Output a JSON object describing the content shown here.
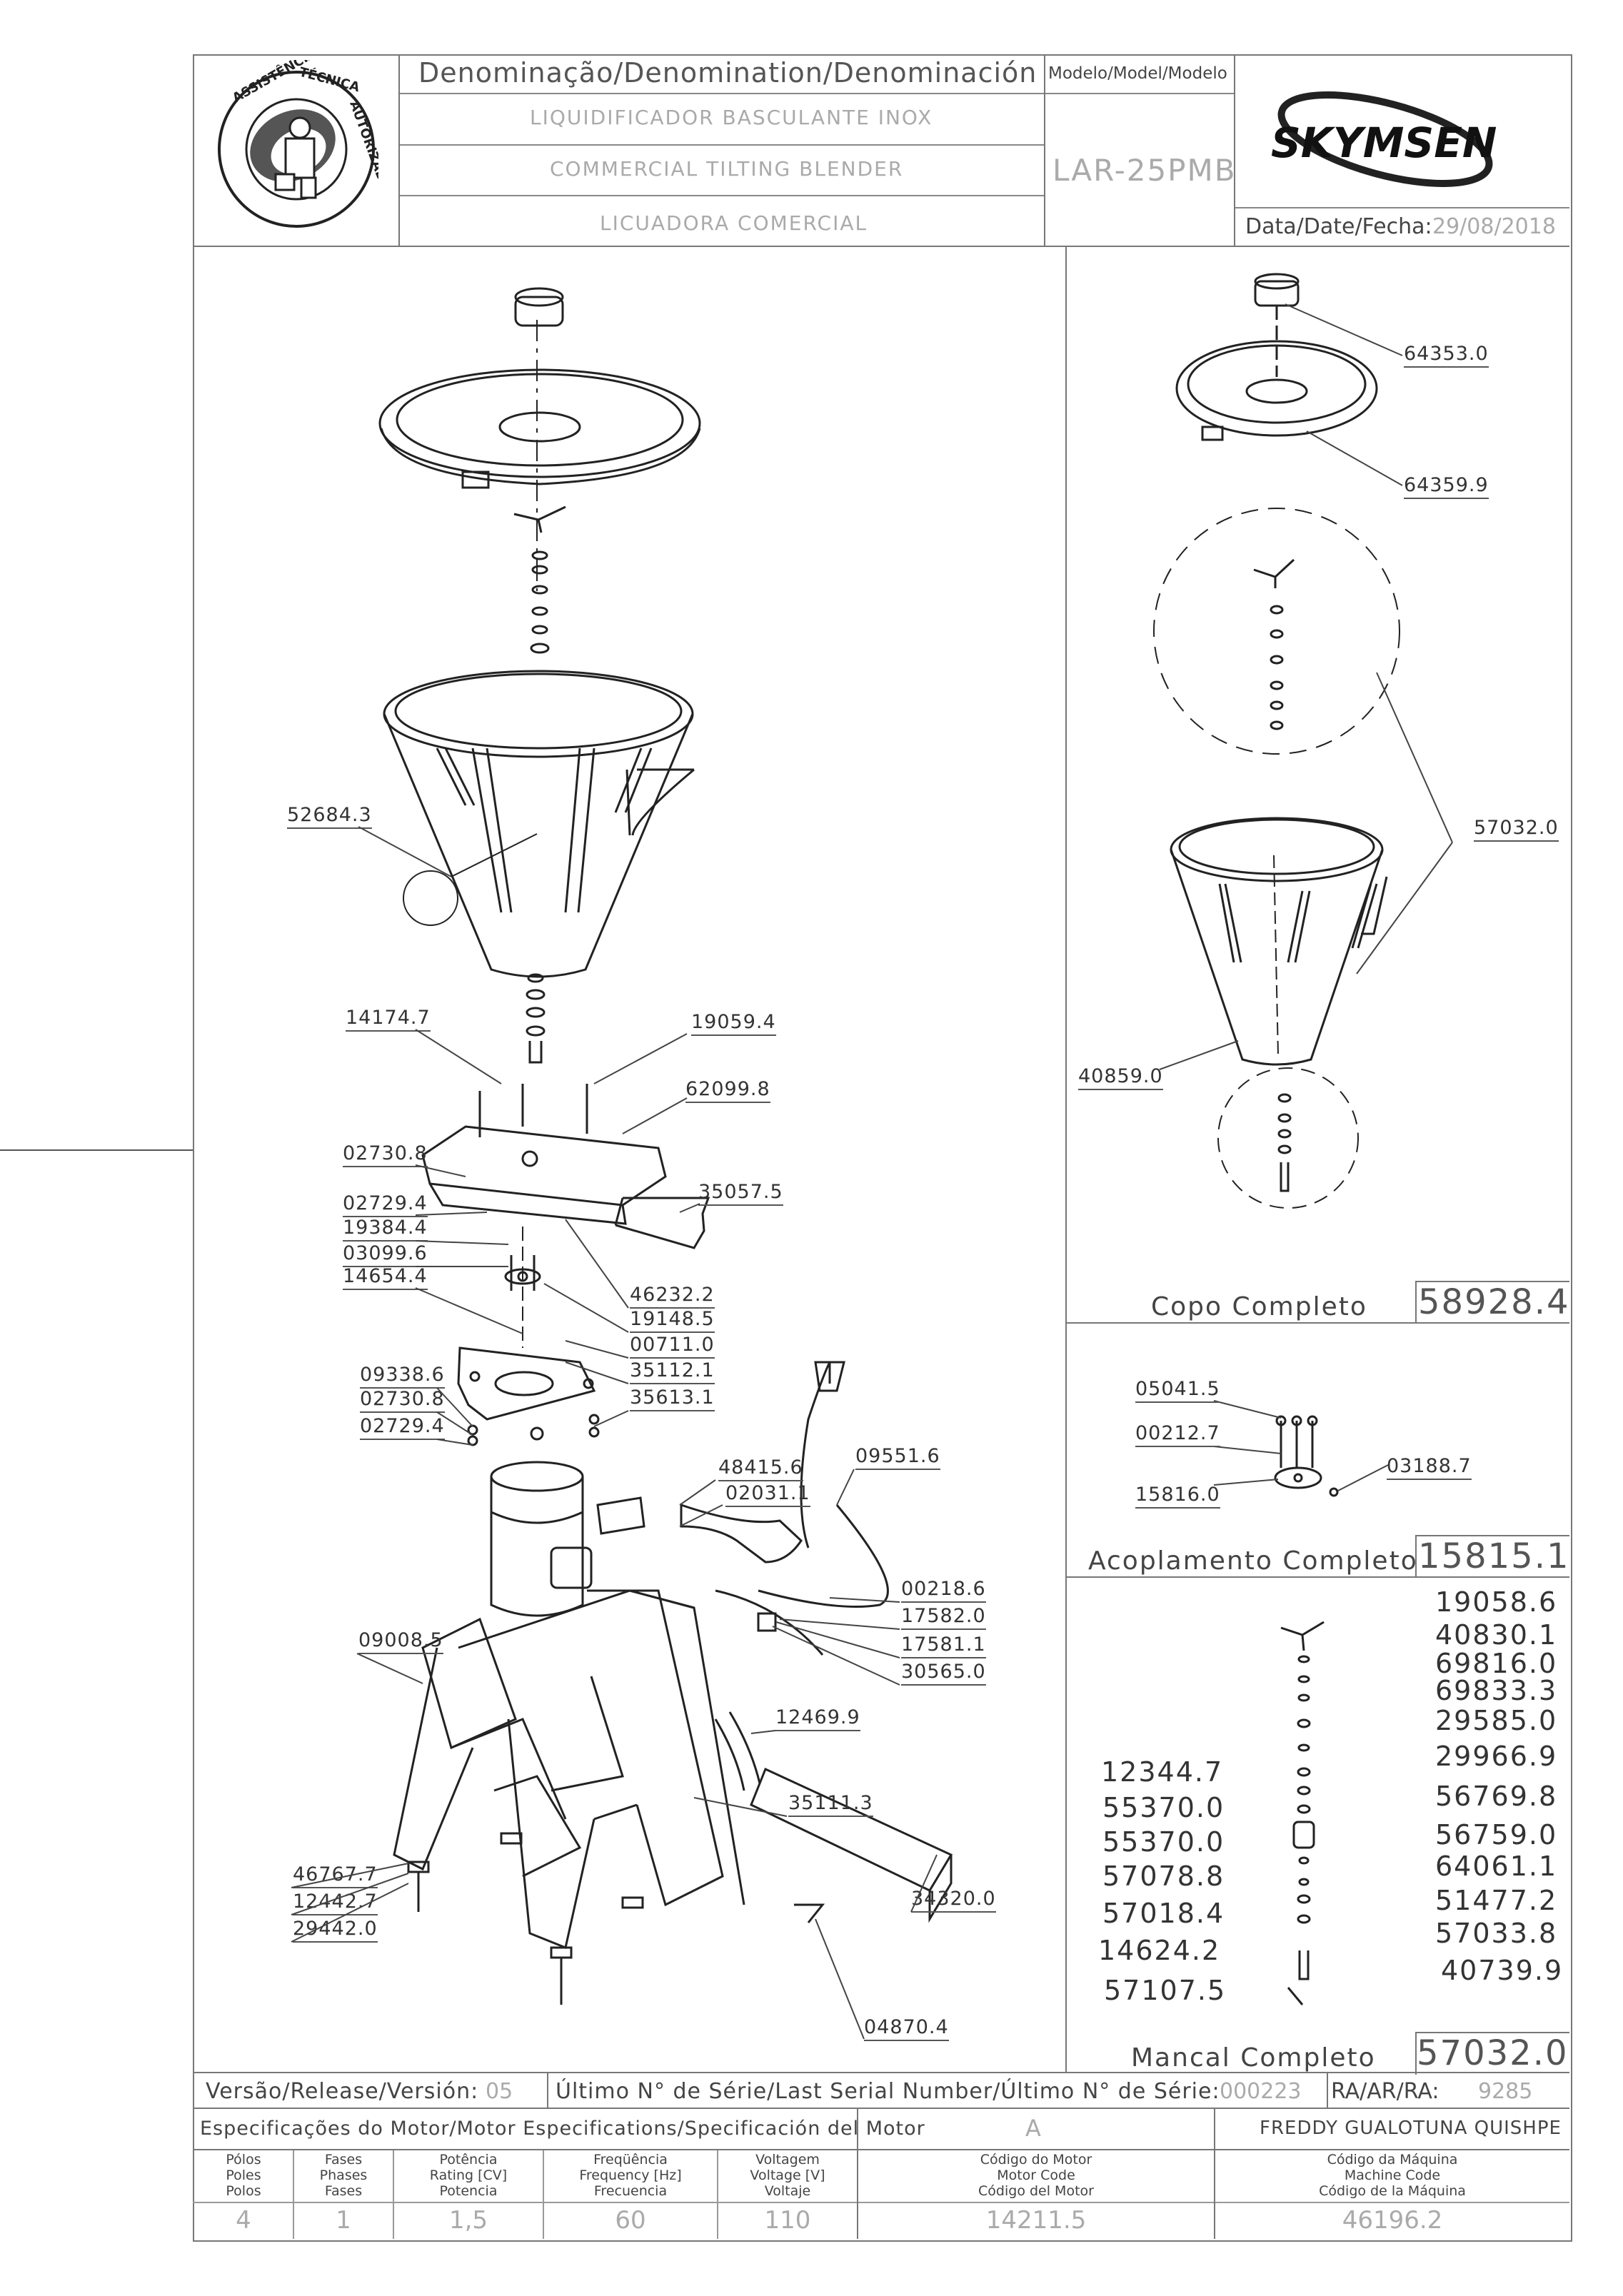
{
  "header": {
    "logo_stamp_text": "ASSISTÊNCIA TÉCNICA AUTORIZADA",
    "denomination_heading": "Denominação/Denomination/Denominación",
    "name_pt": "LIQUIDIFICADOR BASCULANTE INOX",
    "name_en": "COMMERCIAL TILTING BLENDER",
    "name_es": "LICUADORA COMERCIAL",
    "model_heading": "Modelo/Model/Modelo",
    "model_value": "LAR-25PMB",
    "brand": "SKYMSEN",
    "date_label": "Data/Date/Fecha:",
    "date_value": "29/08/2018"
  },
  "main_parts": {
    "p52684_3": "52684.3",
    "p14174_7": "14174.7",
    "p19059_4": "19059.4",
    "p62099_8": "62099.8",
    "p02730_8a": "02730.8",
    "p02729_4a": "02729.4",
    "p19384_4": "19384.4",
    "p03099_6": "03099.6",
    "p14654_4": "14654.4",
    "p35057_5": "35057.5",
    "p46232_2": "46232.2",
    "p19148_5": "19148.5",
    "p00711_0": "00711.0",
    "p35112_1": "35112.1",
    "p35613_1": "35613.1",
    "p09338_6": "09338.6",
    "p02730_8b": "02730.8",
    "p02729_4b": "02729.4",
    "p48415_6": "48415.6",
    "p02031_1": "02031.1",
    "p09551_6": "09551.6",
    "p00218_6": "00218.6",
    "p17582_0": "17582.0",
    "p17581_1": "17581.1",
    "p30565_0": "30565.0",
    "p09008_5": "09008.5",
    "p12469_9": "12469.9",
    "p35111_3": "35111.3",
    "p34320_0": "34320.0",
    "p46767_7": "46767.7",
    "p12442_7": "12442.7",
    "p29442_0": "29442.0",
    "p04870_4": "04870.4"
  },
  "copo": {
    "p64353_0": "64353.0",
    "p64359_9": "64359.9",
    "p57032_0": "57032.0",
    "p40859_0": "40859.0",
    "title": "Copo Completo",
    "code": "58928.4"
  },
  "acoplamento": {
    "p05041_5": "05041.5",
    "p00212_7": "00212.7",
    "p03188_7": "03188.7",
    "p15816_0": "15816.0",
    "title": "Acoplamento Completo",
    "code": "15815.1"
  },
  "mancal": {
    "left_codes": [
      "12344.7",
      "55370.0",
      "55370.0",
      "57078.8",
      "57018.4",
      "14624.2",
      "57107.5"
    ],
    "right_codes": [
      "19058.6",
      "40830.1",
      "69816.0",
      "69833.3",
      "29585.0",
      "29966.9",
      "56769.8",
      "56759.0",
      "64061.1",
      "51477.2",
      "57033.8",
      "40739.9"
    ],
    "title": "Mancal Completo",
    "code": "57032.0"
  },
  "footer": {
    "version_label": "Versão/Release/Versión:",
    "version_value": "05",
    "serial_label": "Último N° de Série/Last Serial Number/Último N° de Série:",
    "serial_value": "000223",
    "ra_label": "RA/AR/RA:",
    "ra_value": "9285",
    "motor_spec_label": "Especificações do Motor/Motor Especifications/Specificación del Motor",
    "motor_letter": "A",
    "author": "FREDDY GUALOTUNA QUISHPE",
    "spec_headers": [
      [
        "Pólos",
        "Poles",
        "Polos"
      ],
      [
        "Fases",
        "Phases",
        "Fases"
      ],
      [
        "Potência",
        "Rating [CV]",
        "Potencia"
      ],
      [
        "Freqüência",
        "Frequency [Hz]",
        "Frecuencia"
      ],
      [
        "Voltagem",
        "Voltage [V]",
        "Voltaje"
      ],
      [
        "Código do Motor",
        "Motor Code",
        "Código del Motor"
      ],
      [
        "Código da Máquina",
        "Machine Code",
        "Código de la Máquina"
      ]
    ],
    "spec_values": [
      "4",
      "1",
      "1,5",
      "60",
      "110",
      "14211.5",
      "46196.2"
    ]
  }
}
